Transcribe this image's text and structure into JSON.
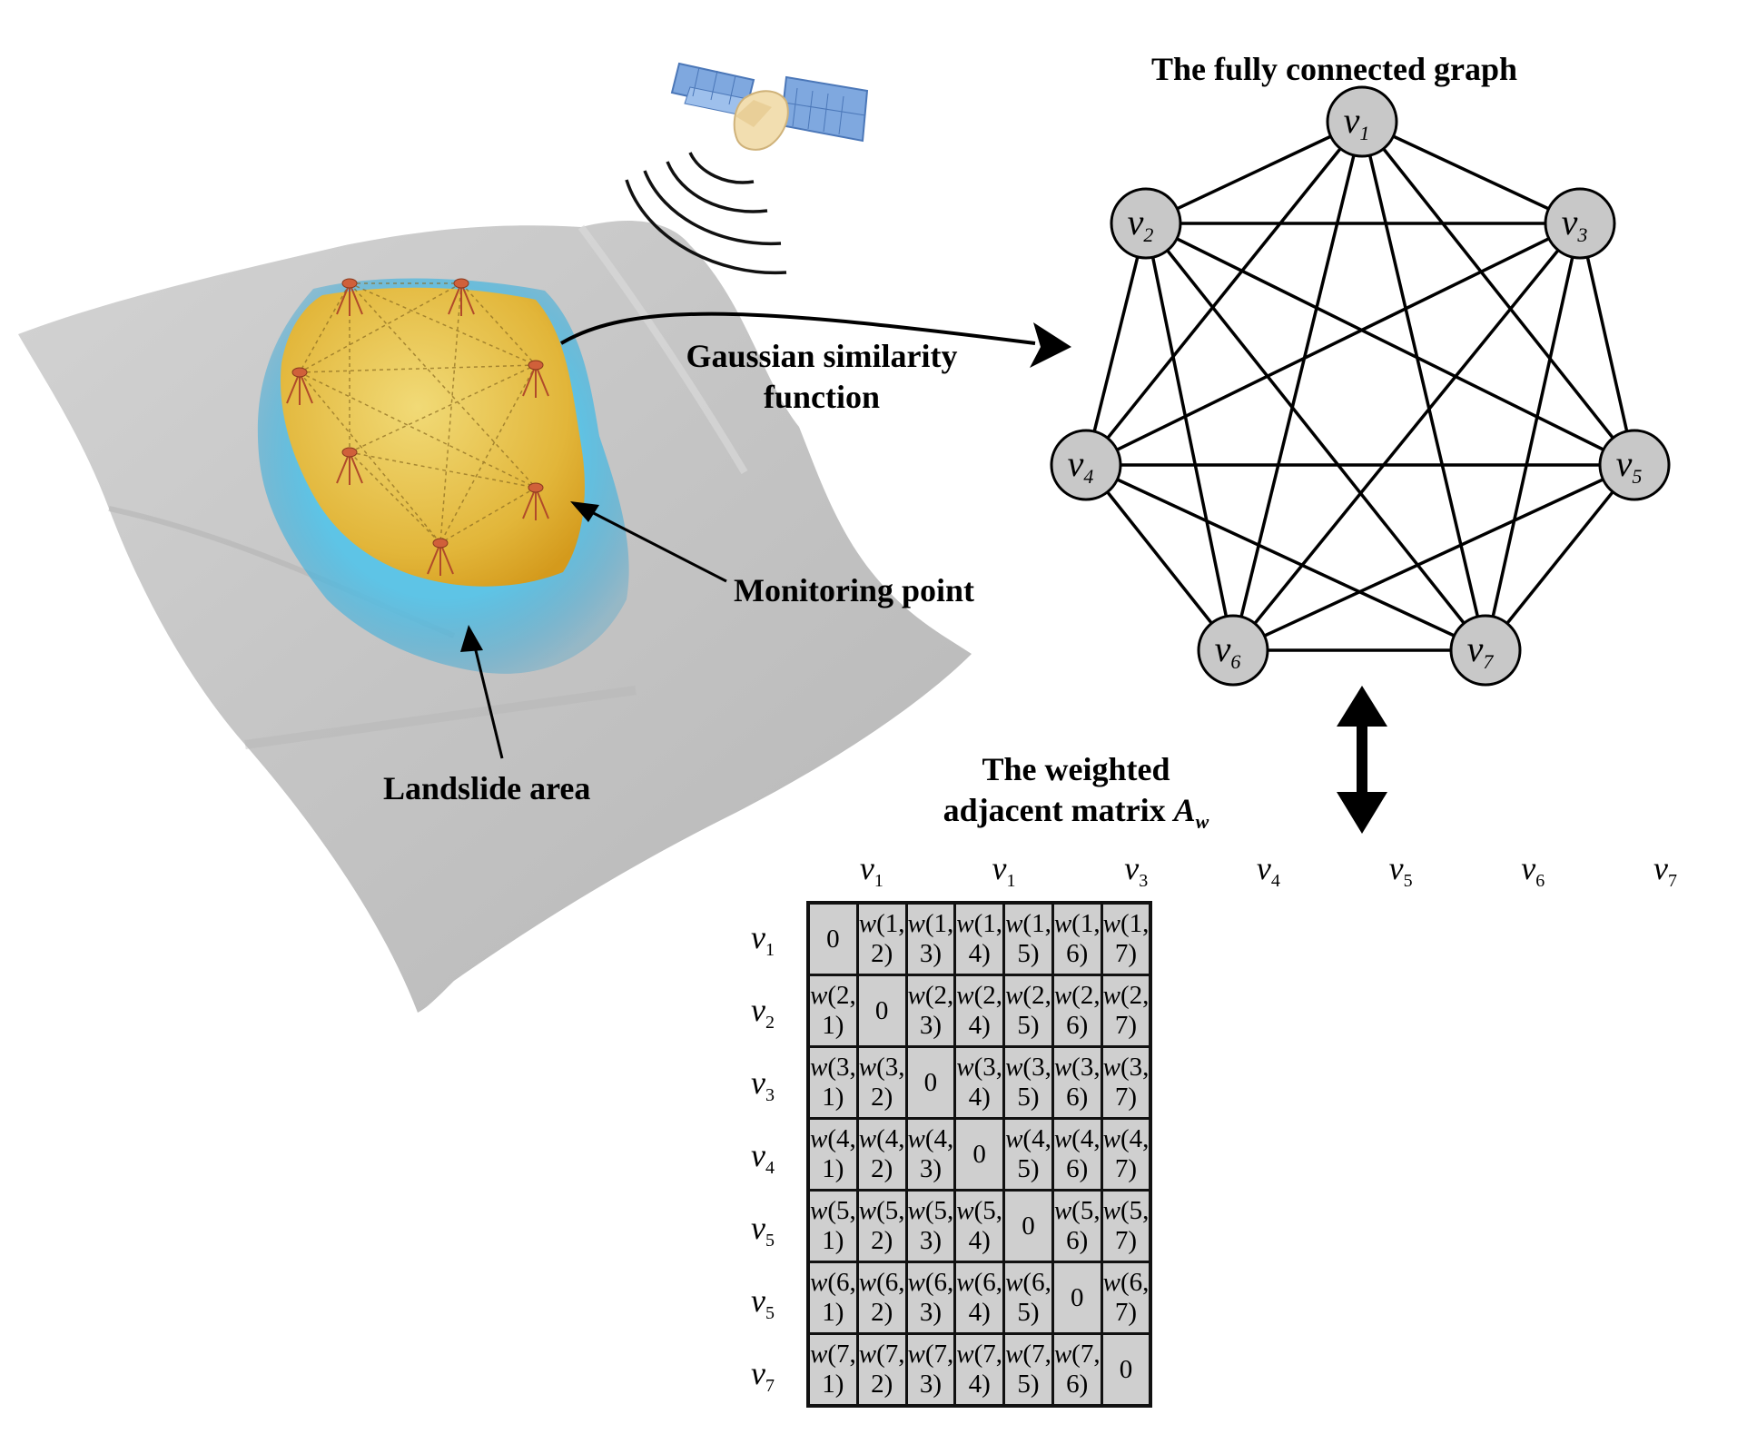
{
  "graph": {
    "title": "The fully connected graph",
    "nodes": [
      {
        "base": "v",
        "sub": "1"
      },
      {
        "base": "v",
        "sub": "2"
      },
      {
        "base": "v",
        "sub": "3"
      },
      {
        "base": "v",
        "sub": "4"
      },
      {
        "base": "v",
        "sub": "5"
      },
      {
        "base": "v",
        "sub": "6"
      },
      {
        "base": "v",
        "sub": "7"
      }
    ]
  },
  "labels": {
    "gaussian_line1": "Gaussian similarity",
    "gaussian_line2": "function",
    "monitoring_point": "Monitoring point",
    "landslide_area": "Landslide area",
    "matrix_title_line1": "The weighted",
    "matrix_title_line2": "adjacent matrix ",
    "matrix_symbol": "A",
    "matrix_symbol_sub": "w"
  },
  "matrix": {
    "col_headers": [
      "v1",
      "v1",
      "v3",
      "v4",
      "v5",
      "v6",
      "v7"
    ],
    "row_headers": [
      "v1",
      "v2",
      "v3",
      "v4",
      "v5",
      "v5",
      "v7"
    ],
    "cells": [
      [
        "0",
        "w(1, 2)",
        "w(1, 3)",
        "w(1, 4)",
        "w(1, 5)",
        "w(1, 6)",
        "w(1, 7)"
      ],
      [
        "w(2, 1)",
        "0",
        "w(2, 3)",
        "w(2, 4)",
        "w(2, 5)",
        "w(2, 6)",
        "w(2, 7)"
      ],
      [
        "w(3, 1)",
        "w(3, 2)",
        "0",
        "w(3, 4)",
        "w(3, 5)",
        "w(3, 6)",
        "w(3, 7)"
      ],
      [
        "w(4, 1)",
        "w(4, 2)",
        "w(4, 3)",
        "0",
        "w(4, 5)",
        "w(4, 6)",
        "w(4, 7)"
      ],
      [
        "w(5, 1)",
        "w(5, 2)",
        "w(5, 3)",
        "w(5, 4)",
        "0",
        "w(5, 6)",
        "w(5, 7)"
      ],
      [
        "w(6, 1)",
        "w(6, 2)",
        "w(6, 3)",
        "w(6, 4)",
        "w(6, 5)",
        "0",
        "w(6, 7)"
      ],
      [
        "w(7, 1)",
        "w(7, 2)",
        "w(7, 3)",
        "w(7, 4)",
        "w(7, 5)",
        "w(7, 6)",
        "0"
      ]
    ]
  },
  "icons": [
    "satellite-icon",
    "signal-waves-icon",
    "terrain-surface",
    "survey-station-icon"
  ],
  "colors": {
    "terrain": "#c9c9c9",
    "landslide_fill": "#e2b93a",
    "landslide_edge": "#3aa9d4",
    "node_fill": "#c8c8c8",
    "matrix_cell": "#cfcfcf"
  }
}
